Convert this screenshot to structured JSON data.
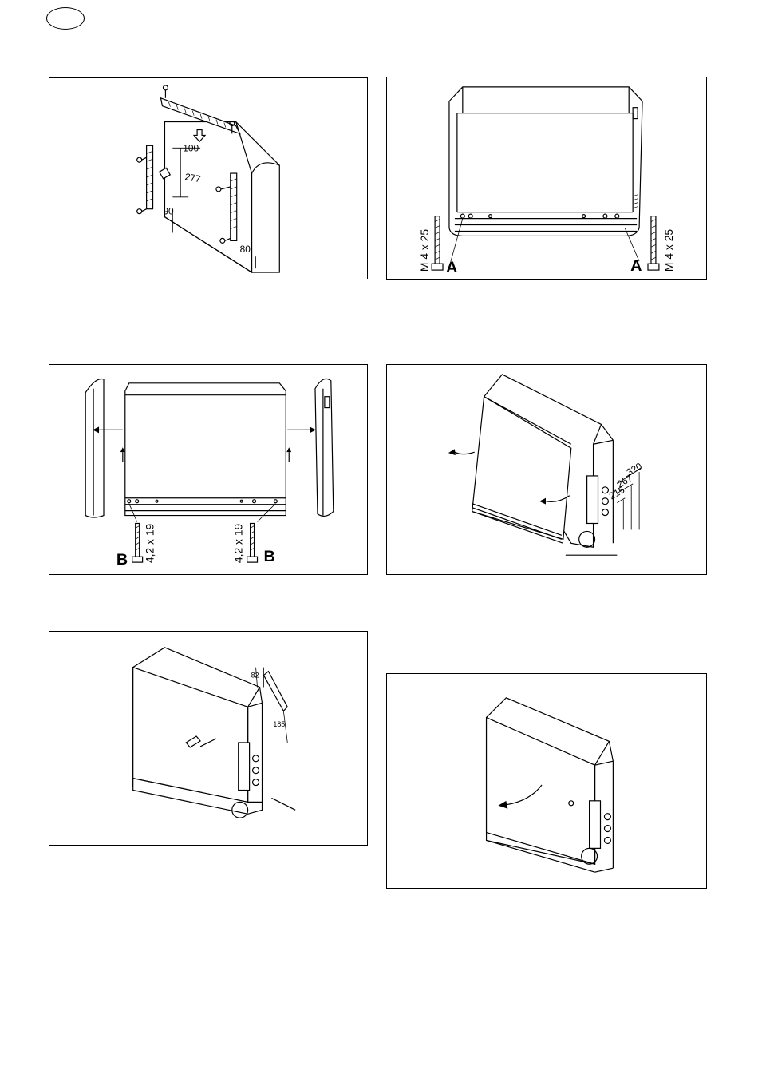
{
  "figure1": {
    "dims": [
      "100",
      "277",
      "90",
      "80"
    ]
  },
  "figure2": {
    "screw_left": "M 4 x 25",
    "screw_right": "M 4 x 25",
    "label_left": "A",
    "label_right": "A"
  },
  "figure3": {
    "screw_left": "4,2 x 19",
    "screw_right": "4,2 x 19",
    "label_left": "B",
    "label_right": "B"
  },
  "figure4": {
    "dims": [
      "320",
      "267",
      "215"
    ]
  },
  "figure5": {
    "dims": [
      "82",
      "185"
    ]
  },
  "figure6": {}
}
